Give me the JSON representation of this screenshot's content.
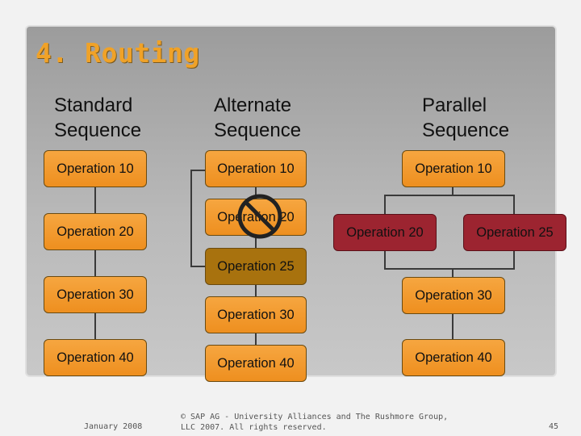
{
  "title": "4. Routing",
  "columns": {
    "standard": {
      "header": [
        "Standard",
        "Sequence"
      ],
      "ops": [
        "Operation 10",
        "Operation 20",
        "Operation 30",
        "Operation 40"
      ]
    },
    "alternate": {
      "header": [
        "Alternate",
        "Sequence"
      ],
      "ops": [
        "Operation 10",
        "Operation 20",
        "Operation 25",
        "Operation 30",
        "Operation 40"
      ]
    },
    "parallel": {
      "header": [
        "Parallel",
        "Sequence"
      ],
      "ops": [
        "Operation 10",
        "Operation 20",
        "Operation 25",
        "Operation 30",
        "Operation 40"
      ]
    }
  },
  "footer": {
    "date": "January 2008",
    "copyright_line1": "© SAP AG - University Alliances and The Rushmore Group,",
    "copyright_line2": "LLC 2007. All rights reserved.",
    "page_number": "45"
  },
  "colors": {
    "operation": "#ee8f1f",
    "parallel_branch": "#9c2430",
    "alternate_operation": "#a8720e",
    "title": "#f0a228"
  },
  "icons": [
    "prohibited-icon"
  ]
}
